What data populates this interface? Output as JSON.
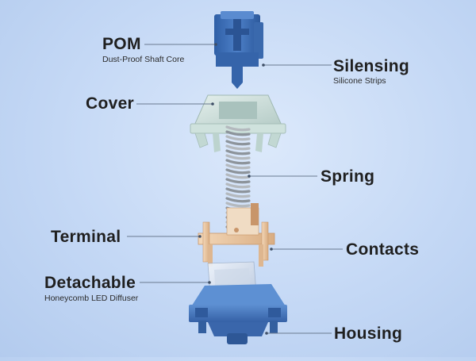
{
  "labels": {
    "pom": {
      "title": "POM",
      "subtitle": "Dust-Proof Shaft Core"
    },
    "silensing": {
      "title": "Silensing",
      "subtitle": "Silicone Strips"
    },
    "cover": {
      "title": "Cover"
    },
    "spring": {
      "title": "Spring"
    },
    "terminal": {
      "title": "Terminal"
    },
    "contacts": {
      "title": "Contacts"
    },
    "detachable": {
      "title": "Detachable",
      "subtitle": "Honeycomb LED Diffuser"
    },
    "housing": {
      "title": "Housing"
    }
  },
  "colors": {
    "stem_blue": "#3f6fb5",
    "housing_blue": "#4a7bc0",
    "cover_mint": "#c9ddd8",
    "spring_metal": "#9aa0a6",
    "contact_copper": "#e7c39c",
    "diffuser_clear": "#dde6f2"
  }
}
